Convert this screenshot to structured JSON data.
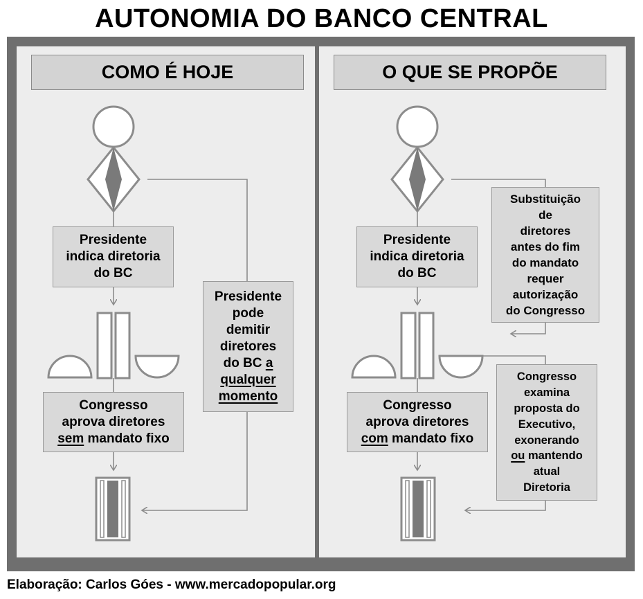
{
  "title": "AUTONOMIA DO BANCO CENTRAL",
  "left": {
    "header": "COMO É HOJE",
    "box_president": [
      "Presidente",
      "indica diretoria",
      "do BC"
    ],
    "box_congress": {
      "line1": "Congresso",
      "line2": "aprova diretores",
      "line3_underlined": "sem",
      "line3_rest": " mandato fixo"
    },
    "box_dismiss": {
      "lines": [
        "Presidente",
        "pode",
        "demitir",
        "diretores"
      ],
      "line5_plain": "do BC ",
      "line5_underlined": "a",
      "line6_underlined": "qualquer",
      "line7_underlined": "momento"
    }
  },
  "right": {
    "header": "O QUE SE PROPÕE",
    "box_president": [
      "Presidente",
      "indica diretoria",
      "do BC"
    ],
    "box_congress": {
      "line1": "Congresso",
      "line2": "aprova diretores",
      "line3_underlined": "com",
      "line3_rest": " mandato fixo"
    },
    "box_replace": [
      "Substituição",
      "de",
      "diretores",
      "antes do fim",
      "do mandato",
      "requer",
      "autorização",
      "do Congresso"
    ],
    "box_review": {
      "lines_top": [
        "Congresso",
        "examina",
        "proposta do",
        "Executivo,",
        "exonerando"
      ],
      "line6_underlined": "ou",
      "line6_rest": " mantendo",
      "lines_bottom": [
        "atual",
        "Diretoria"
      ]
    }
  },
  "credit": "Elaboração: Carlos Góes - www.mercadopopular.org",
  "colors": {
    "frame": "#6f6f6f",
    "panel": "#ededed",
    "box": "#d9d9d9",
    "stroke": "#8c8c8c",
    "dark_fill": "#7a7a7a"
  }
}
